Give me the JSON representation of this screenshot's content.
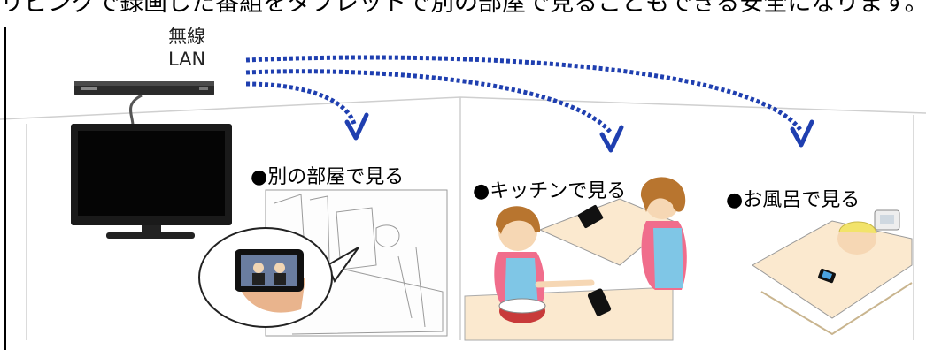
{
  "header": {
    "caption": "リビングで録画した番組をタブレットで別の部屋で見ることもできる安全になります。"
  },
  "wireless": {
    "line1": "無線",
    "line2": "LAN"
  },
  "scenes": {
    "room": "●別の部屋で見る",
    "kitchen": "●キッチンで見る",
    "bath": "●お風呂で見る"
  },
  "colors": {
    "signal": "#1f3fb0",
    "ink": "#000000",
    "skin": "#f6d7b4",
    "apron": "#7fc6e6",
    "shirt": "#f06d8c",
    "hair": "#b8752f",
    "tub": "#fbe9cf"
  }
}
